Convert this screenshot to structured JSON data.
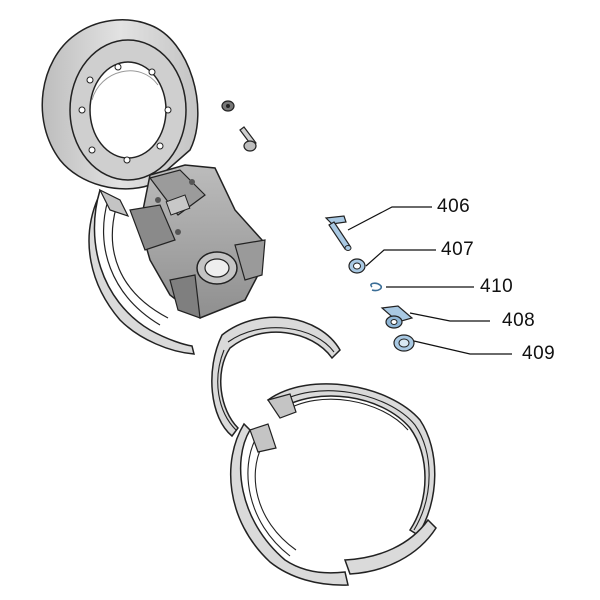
{
  "diagram": {
    "callouts": [
      {
        "id": "406",
        "label": "406",
        "part_color": "#a9c9e3"
      },
      {
        "id": "407",
        "label": "407",
        "part_color": "#a9c9e3"
      },
      {
        "id": "410",
        "label": "410",
        "part_color": "#a9c9e3"
      },
      {
        "id": "408",
        "label": "408",
        "part_color": "#a9c9e3"
      },
      {
        "id": "409",
        "label": "409",
        "part_color": "#a9c9e3"
      }
    ],
    "colors": {
      "outline": "#222222",
      "part_fill": "#d6d6d6",
      "part_shade": "#a6a6a6",
      "highlight": "#a9c9e3"
    }
  }
}
